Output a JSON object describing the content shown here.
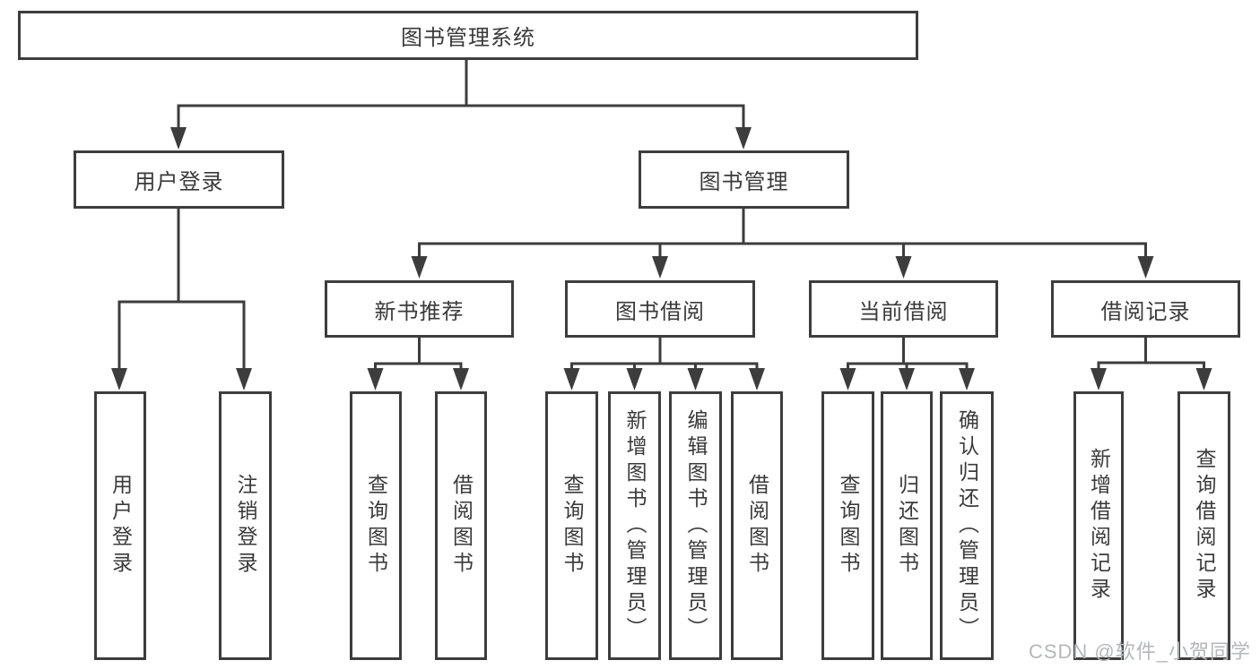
{
  "title": "图书管理系统",
  "watermark": "CSDN @软件_小贺同学",
  "colors": {
    "line": "#3d3d3d",
    "text": "#3a3a3a",
    "watermark": "#b3b7bb",
    "background": "#ffffff"
  },
  "tree": {
    "label": "图书管理系统",
    "children": [
      {
        "label": "用户登录",
        "children": [
          {
            "label": "用户登录"
          },
          {
            "label": "注销登录"
          }
        ]
      },
      {
        "label": "图书管理",
        "children": [
          {
            "label": "新书推荐",
            "children": [
              {
                "label": "查询图书"
              },
              {
                "label": "借阅图书"
              }
            ]
          },
          {
            "label": "图书借阅",
            "children": [
              {
                "label": "查询图书"
              },
              {
                "label": "新增图书（管理员）"
              },
              {
                "label": "编辑图书（管理员）"
              },
              {
                "label": "借阅图书"
              }
            ]
          },
          {
            "label": "当前借阅",
            "children": [
              {
                "label": "查询图书"
              },
              {
                "label": "归还图书"
              },
              {
                "label": "确认归还（管理员）"
              }
            ]
          },
          {
            "label": "借阅记录",
            "children": [
              {
                "label": "新增借阅记录"
              },
              {
                "label": "查询借阅记录"
              }
            ]
          }
        ]
      }
    ]
  }
}
